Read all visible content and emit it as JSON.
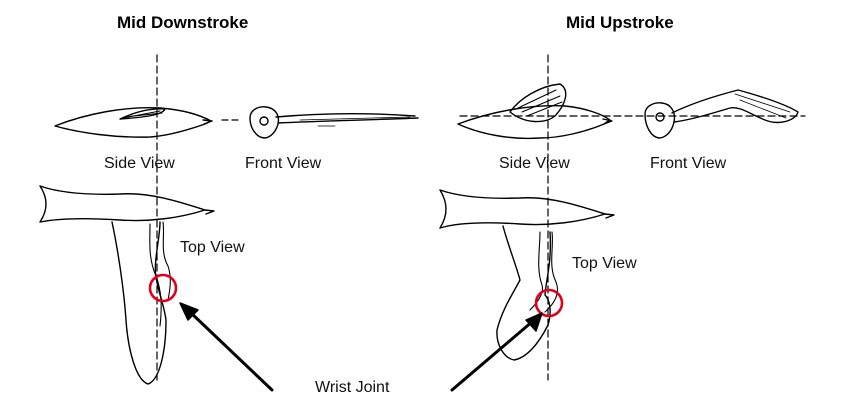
{
  "titles": {
    "left": "Mid Downstroke",
    "right": "Mid Upstroke"
  },
  "labels": {
    "side_view_left": "Side View",
    "front_view_left": "Front  View",
    "top_view_left": "Top  View",
    "side_view_right": "Side View",
    "front_view_right": "Front  View",
    "top_view_right": "Top  View",
    "wrist_joint": "Wrist Joint"
  },
  "colors": {
    "line": "#000000",
    "highlight": "#e0001b"
  }
}
